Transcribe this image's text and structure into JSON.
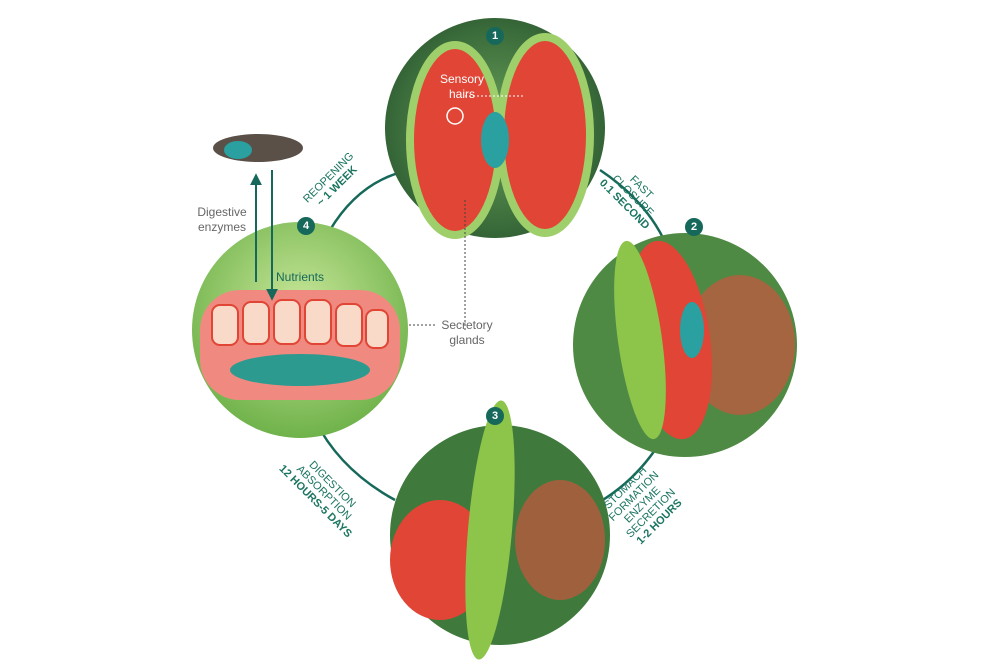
{
  "steps": [
    {
      "number": "1"
    },
    {
      "number": "2",
      "lines": [
        "Fast",
        "Closure"
      ],
      "time": "0.1 second"
    },
    {
      "number": "3",
      "lines": [
        "Stomach",
        "formation",
        "Enzyme",
        "secretion"
      ],
      "time": "1-2 hours"
    },
    {
      "number": "4",
      "lines": [
        "Reopening"
      ],
      "time": "~ 1 week"
    }
  ],
  "digestion": {
    "lines": [
      "Digestion",
      "Absorption"
    ],
    "time": "12 hours-5 days"
  },
  "annotations": {
    "sensory_hairs": "Sensory hairs",
    "secretory_glands": "Secretory glands",
    "digestive_enzymes": "Digestive enzymes",
    "nutrients": "Nutrients"
  },
  "colors": {
    "accent": "#16695a",
    "trap_red": "#e04535",
    "leaf_green": "#8cc54a"
  }
}
